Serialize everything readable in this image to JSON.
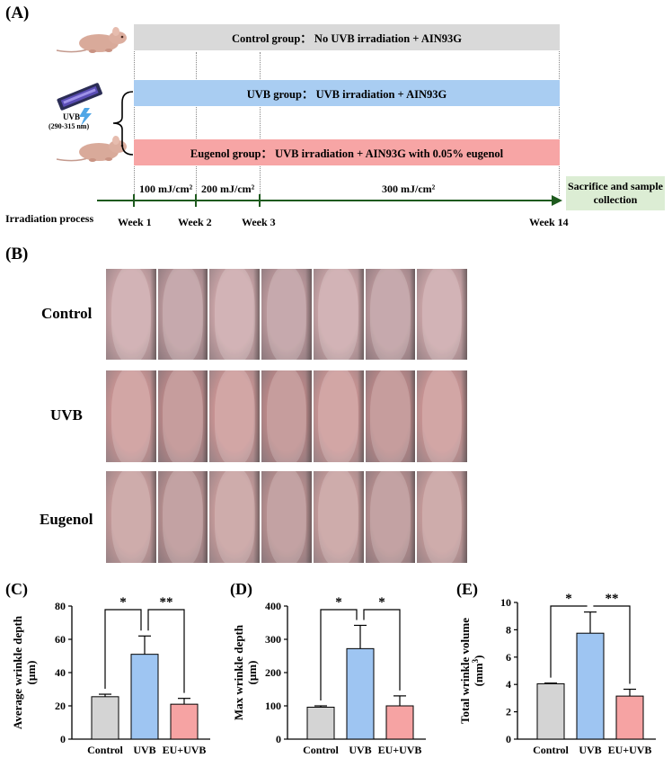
{
  "panel_a": {
    "label": "(A)",
    "groups": [
      {
        "text": "Control group： No UVB irradiation + AIN93G",
        "color": "#d9d9d9"
      },
      {
        "text": "UVB group： UVB irradiation + AIN93G",
        "color": "#a9cdf2"
      },
      {
        "text": "Eugenol group： UVB irradiation + AIN93G with 0.05% eugenol",
        "color": "#f7a5a5"
      }
    ],
    "uvb_label": "UVB",
    "uvb_range": "(290-315 nm)",
    "doses": [
      "100 mJ/cm²",
      "200 mJ/cm²",
      "300 mJ/cm²"
    ],
    "process_label": "Irradiation process",
    "weeks": [
      "Week 1",
      "Week 2",
      "Week 3",
      "Week 14"
    ],
    "sacrifice": "Sacrifice and sample collection",
    "timeline_color": "#1e5a1e"
  },
  "panel_b": {
    "label": "(B)",
    "rows": [
      {
        "name": "Control",
        "tone": "#c9a3a5"
      },
      {
        "name": "UVB",
        "tone": "#c9908e"
      },
      {
        "name": "Eugenol",
        "tone": "#c49896"
      }
    ]
  },
  "chart_data": [
    {
      "panel": "(C)",
      "type": "bar",
      "categories": [
        "Control",
        "UVB",
        "EU+UVB"
      ],
      "values": [
        25.5,
        51,
        21
      ],
      "errors": [
        1.5,
        11,
        3.5
      ],
      "colors": [
        "#d4d4d4",
        "#9ec5f2",
        "#f6a3a3"
      ],
      "ylabel": "Average wrinkle depth",
      "yunit": "(μm)",
      "ylim": [
        0,
        80
      ],
      "yticks": [
        0,
        20,
        40,
        60,
        80
      ],
      "sig": [
        {
          "from": 0,
          "to": 1,
          "label": "*"
        },
        {
          "from": 1,
          "to": 2,
          "label": "**"
        }
      ]
    },
    {
      "panel": "(D)",
      "type": "bar",
      "categories": [
        "Control",
        "UVB",
        "EU+UVB"
      ],
      "values": [
        96,
        272,
        100
      ],
      "errors": [
        4,
        70,
        30
      ],
      "colors": [
        "#d4d4d4",
        "#9ec5f2",
        "#f6a3a3"
      ],
      "ylabel": "Max wrinkle depth",
      "yunit": "(μm)",
      "ylim": [
        0,
        400
      ],
      "yticks": [
        0,
        100,
        200,
        300,
        400
      ],
      "sig": [
        {
          "from": 0,
          "to": 1,
          "label": "*"
        },
        {
          "from": 1,
          "to": 2,
          "label": "*"
        }
      ]
    },
    {
      "panel": "(E)",
      "type": "bar",
      "categories": [
        "Control",
        "UVB",
        "EU+UVB"
      ],
      "values": [
        4.05,
        7.75,
        3.15
      ],
      "errors": [
        0.05,
        1.55,
        0.5
      ],
      "colors": [
        "#d4d4d4",
        "#9ec5f2",
        "#f6a3a3"
      ],
      "ylabel": "Total wrinkle volume",
      "yunit": "(mm",
      "yunit_sup": "3",
      "yunit_close": ")",
      "ylim": [
        0,
        10
      ],
      "yticks": [
        0,
        2,
        4,
        6,
        8,
        10
      ],
      "sig": [
        {
          "from": 0,
          "to": 1,
          "label": "*"
        },
        {
          "from": 1,
          "to": 2,
          "label": "**"
        }
      ]
    }
  ]
}
